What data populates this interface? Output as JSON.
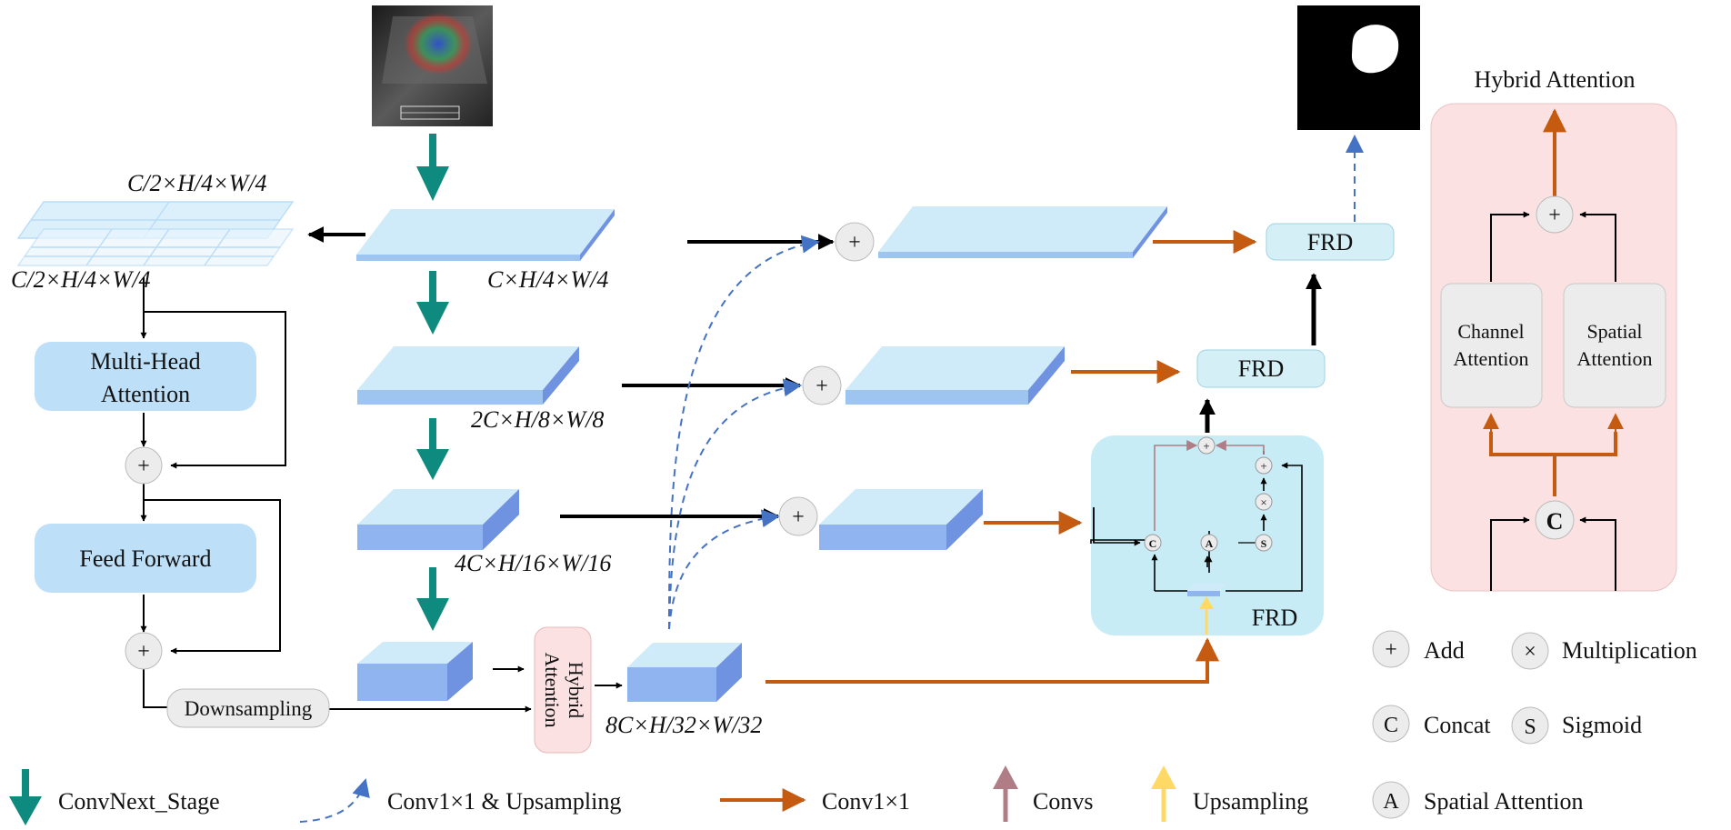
{
  "colors": {
    "teal": "#0e8a7e",
    "orange": "#c55a11",
    "blue_dash": "#4472c4",
    "black": "#000000",
    "convs_arrow": "#b07c86",
    "upsampling_arrow": "#ffd966",
    "slab_top": "#cfeaf8",
    "slab_side": "#6f93e0",
    "box_fill": "#bddff7",
    "frd_fill": "#d4f0f6",
    "hybrid_fill": "#fbe1e2",
    "grey_box": "#ececec",
    "node_fill": "#ececec"
  },
  "dims": {
    "d1": "C×H/4×W/4",
    "d2": "2C×H/8×W/8",
    "d3": "4C×H/16×W/16",
    "d4": "8C×H/32×W/32",
    "half_top": "C/2×H/4×W/4",
    "half_bottom": "C/2×H/4×W/4"
  },
  "transformer": {
    "mha": [
      "Multi-Head",
      "Attention"
    ],
    "ff": "Feed Forward",
    "downsampling": "Downsampling"
  },
  "hybrid_block": [
    "Hybrid",
    "Attention"
  ],
  "frd": {
    "top": "FRD",
    "mid": "FRD",
    "detail_label": "FRD"
  },
  "hybrid_panel": {
    "title": "Hybrid Attention",
    "channel": [
      "Channel",
      "Attention"
    ],
    "spatial": [
      "Spatial",
      "Attention"
    ]
  },
  "symbols": {
    "plus": "+",
    "times": "×",
    "C": "C",
    "S": "S",
    "A": "A"
  },
  "legend": {
    "add": "Add",
    "multiplication": "Multiplication",
    "concat": "Concat",
    "sigmoid": "Sigmoid",
    "spatial_attention": "Spatial Attention",
    "convnext": "ConvNext_Stage",
    "conv_up": "Conv1×1 & Upsampling",
    "conv": "Conv1×1",
    "convs": "Convs",
    "upsampling": "Upsampling"
  }
}
